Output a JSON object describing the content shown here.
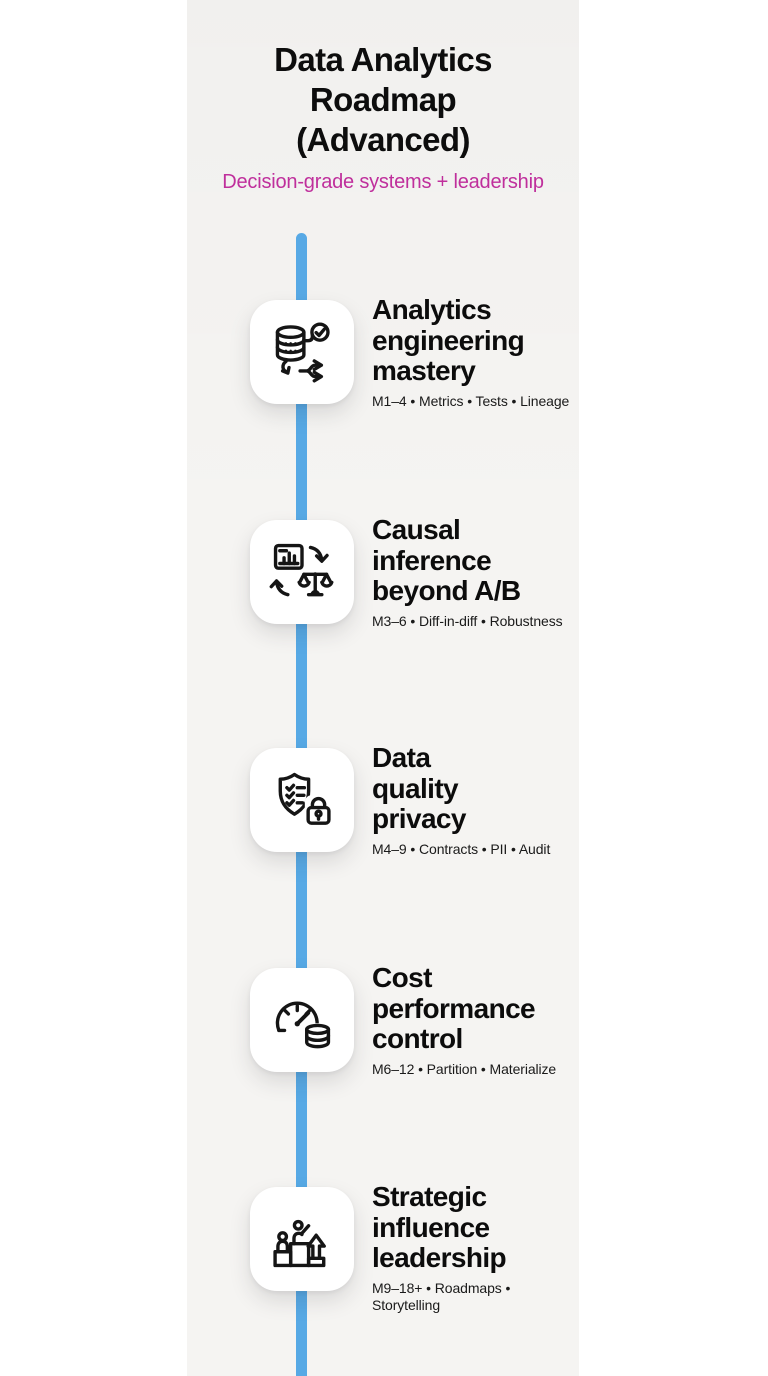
{
  "page": {
    "background": "#ffffff",
    "panel_background": "#f5f4f2"
  },
  "header": {
    "title_lines": [
      "Data Analytics",
      "Roadmap",
      "(Advanced)"
    ],
    "subtitle": "Decision-grade systems + leadership",
    "subtitle_color": "#bf2f9c"
  },
  "timeline": {
    "line_color": "#57a9e5"
  },
  "items": [
    {
      "title_lines": [
        "Analytics",
        "engineering",
        "mastery"
      ],
      "meta": "M1–4 • Metrics • Tests • Lineage",
      "icon": "database-branch-check-icon"
    },
    {
      "title_lines": [
        "Causal",
        "inference",
        "beyond A/B"
      ],
      "meta": "M3–6 • Diff-in-diff • Robustness",
      "icon": "chart-scales-cycle-icon"
    },
    {
      "title_lines": [
        "Data",
        "quality",
        "privacy"
      ],
      "meta": "M4–9 • Contracts • PII • Audit",
      "icon": "shield-checklist-lock-icon"
    },
    {
      "title_lines": [
        "Cost",
        "performance",
        "control"
      ],
      "meta": "M6–12 • Partition • Materialize",
      "icon": "gauge-database-icon"
    },
    {
      "title_lines": [
        "Strategic",
        "influence",
        "leadership"
      ],
      "meta": "M9–18+ • Roadmaps • Storytelling",
      "icon": "podium-growth-icon"
    }
  ]
}
